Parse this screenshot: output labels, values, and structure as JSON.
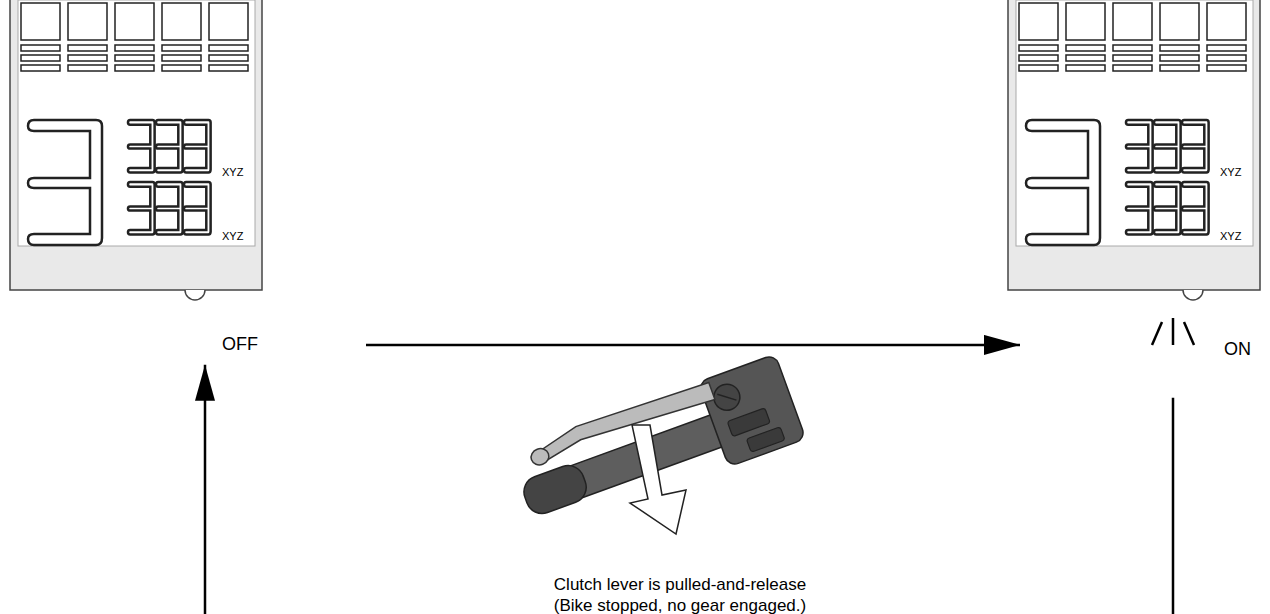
{
  "diagram": {
    "nodes": [
      {
        "text": [
          "XYZ",
          "XYZ",
          "OFF"
        ]
      },
      {
        "text": [
          "XYZ",
          "XYZ",
          "ON"
        ]
      }
    ],
    "edges": [
      {
        "from": 0,
        "to": 1,
        "arrow": "to"
      },
      {
        "from": 1,
        "to": 0,
        "arrow": "to"
      }
    ],
    "labels": [
      "Clutch lever is pulled-and-release",
      "(Bike stopped, no gear engaged.)"
    ]
  }
}
